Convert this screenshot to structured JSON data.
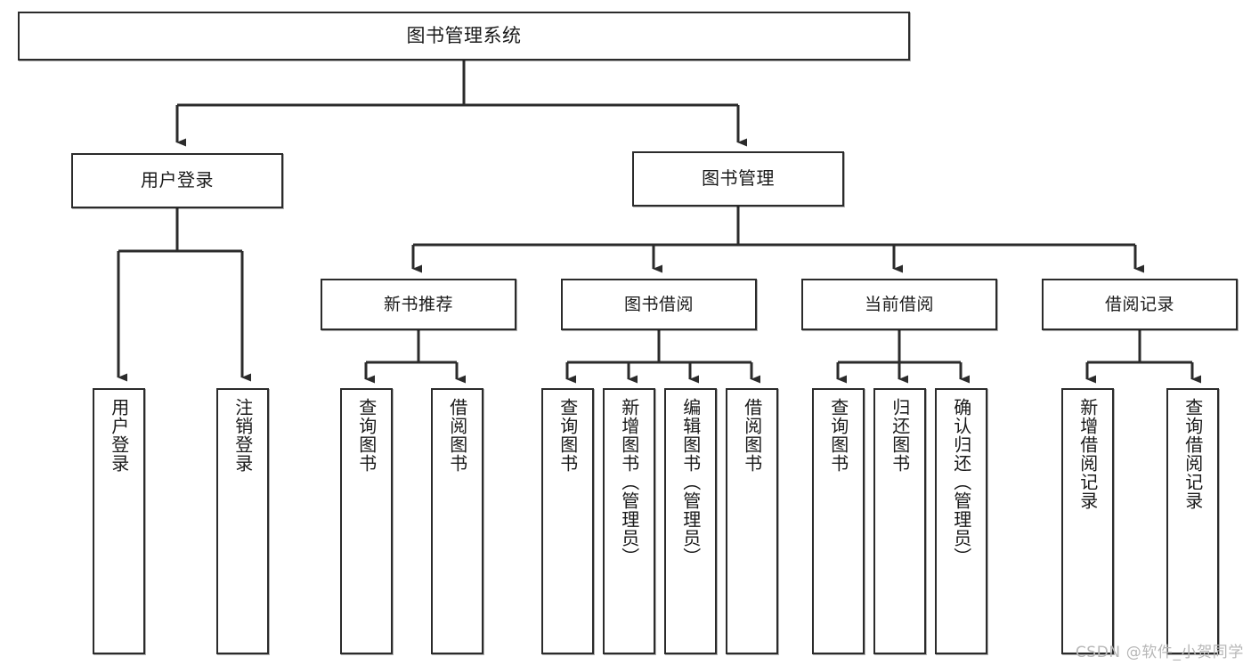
{
  "diagram": {
    "title": "图书管理系统",
    "type": "tree-hierarchy-diagram",
    "watermark": "CSDN @软件_小贺同学",
    "colors": {
      "node_border": "#2b2b2b",
      "node_fill": "#ffffff",
      "edge": "#2b2b2b",
      "text": "#1a1a1a",
      "watermark": "#b7b7b7",
      "background": "#ffffff"
    },
    "nodes": {
      "root": {
        "label": "图书管理系统"
      },
      "level1": [
        {
          "id": "user-login",
          "label": "用户登录"
        },
        {
          "id": "book-management",
          "label": "图书管理"
        }
      ],
      "level2": [
        {
          "id": "new-book-recommend",
          "label": "新书推荐"
        },
        {
          "id": "book-borrow",
          "label": "图书借阅"
        },
        {
          "id": "current-borrow",
          "label": "当前借阅"
        },
        {
          "id": "borrow-record",
          "label": "借阅记录"
        }
      ],
      "leaves": {
        "user-login": [
          {
            "id": "leaf-user-login",
            "label": "用户登录"
          },
          {
            "id": "leaf-logout-login",
            "label": "注销登录"
          }
        ],
        "new-book-recommend": [
          {
            "id": "leaf-query-book-1",
            "label": "查询图书"
          },
          {
            "id": "leaf-borrow-book-1",
            "label": "借阅图书"
          }
        ],
        "book-borrow": [
          {
            "id": "leaf-query-book-2",
            "label": "查询图书"
          },
          {
            "id": "leaf-add-book",
            "label": "新增图书（管理员）"
          },
          {
            "id": "leaf-edit-book",
            "label": "编辑图书（管理员）"
          },
          {
            "id": "leaf-borrow-book-2",
            "label": "借阅图书"
          }
        ],
        "current-borrow": [
          {
            "id": "leaf-query-book-3",
            "label": "查询图书"
          },
          {
            "id": "leaf-return-book",
            "label": "归还图书"
          },
          {
            "id": "leaf-confirm-return",
            "label": "确认归还（管理员）"
          }
        ],
        "borrow-record": [
          {
            "id": "leaf-add-record",
            "label": "新增借阅记录"
          },
          {
            "id": "leaf-query-record",
            "label": "查询借阅记录"
          }
        ]
      }
    }
  }
}
